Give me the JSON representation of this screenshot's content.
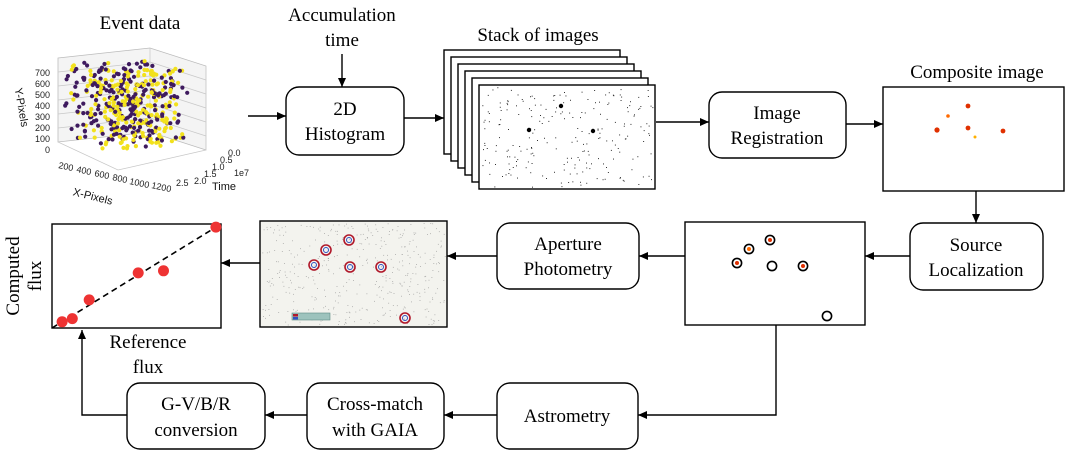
{
  "steps": {
    "event_data": "Event data",
    "accumulation": [
      "Accumulation",
      "time"
    ],
    "histogram": [
      "2D",
      "Histogram"
    ],
    "stack": "Stack of images",
    "registration": [
      "Image",
      "Registration"
    ],
    "composite": "Composite image",
    "source_loc": [
      "Source",
      "Localization"
    ],
    "aperture": [
      "Aperture",
      "Photometry"
    ],
    "astrometry": "Astrometry",
    "crossmatch": [
      "Cross-match",
      "with GAIA"
    ],
    "conversion": [
      "G-V/B/R",
      "conversion"
    ]
  },
  "scatter3d": {
    "y_axis_label": "Y-Pixels",
    "y_ticks": [
      "700",
      "600",
      "500",
      "400",
      "300",
      "200",
      "100",
      "0"
    ],
    "x_axis_label": "X-Pixels",
    "x_ticks": [
      "200",
      "400",
      "600",
      "800",
      "1000",
      "1200"
    ],
    "time_axis_label": "Time",
    "time_ticks": [
      "0.0",
      "0.5",
      "1.0",
      "1.5",
      "2.0",
      "2.5"
    ],
    "time_scale": "1e7",
    "colors": {
      "yellow": "#f2e11c",
      "purple": "#3e1a5e"
    }
  },
  "flux_plot": {
    "ylabel": [
      "Computed",
      "flux"
    ],
    "xlabel": [
      "Reference",
      "flux"
    ],
    "point_color": "#ee3333",
    "points": [
      {
        "x": 0.06,
        "y": 0.06
      },
      {
        "x": 0.12,
        "y": 0.09
      },
      {
        "x": 0.22,
        "y": 0.27
      },
      {
        "x": 0.51,
        "y": 0.53
      },
      {
        "x": 0.66,
        "y": 0.55
      },
      {
        "x": 0.97,
        "y": 0.97
      }
    ]
  }
}
